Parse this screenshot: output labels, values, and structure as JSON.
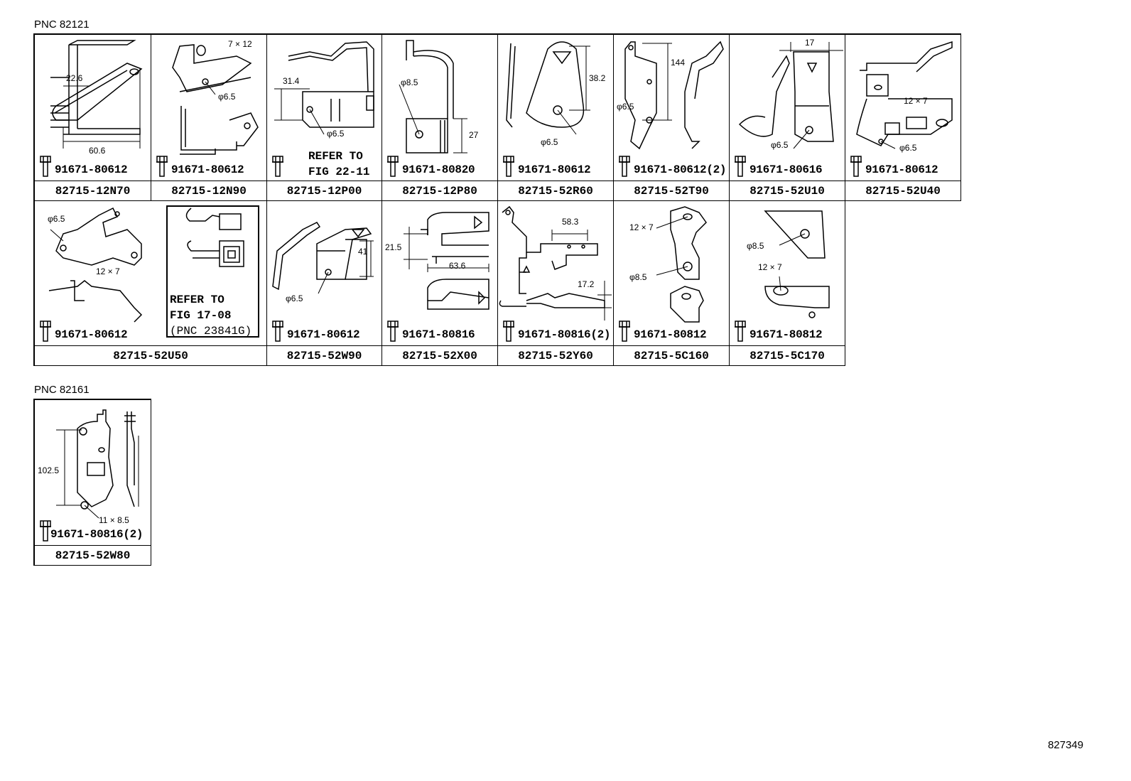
{
  "sections": [
    {
      "pnc_label": "PNC 82121",
      "row1": [
        {
          "bolt": "91671-80612",
          "part": "82715-12N70",
          "dims": [
            "22.6",
            "60.6"
          ]
        },
        {
          "bolt": "91671-80612",
          "part": "82715-12N90",
          "dims": [
            "7 × 12",
            "φ6.5"
          ]
        },
        {
          "bolt": "",
          "part": "82715-12P00",
          "dims": [
            "31.4",
            "φ6.5"
          ],
          "refer": [
            "REFER TO",
            "FIG 22-11"
          ]
        },
        {
          "bolt": "91671-80820",
          "part": "82715-12P80",
          "dims": [
            "φ8.5",
            "27"
          ]
        },
        {
          "bolt": "91671-80612",
          "part": "82715-52R60",
          "dims": [
            "38.2",
            "φ6.5"
          ]
        },
        {
          "bolt": "91671-80612(2)",
          "part": "82715-52T90",
          "dims": [
            "144",
            "φ6.5"
          ]
        },
        {
          "bolt": "91671-80616",
          "part": "82715-52U10",
          "dims": [
            "17",
            "φ6.5"
          ]
        },
        {
          "bolt": "91671-80612",
          "part": "82715-52U40",
          "dims": [
            "12 × 7",
            "φ6.5"
          ]
        }
      ],
      "row2": [
        {
          "bolt": "91671-80612",
          "part": "82715-52U50",
          "dims": [
            "φ6.5",
            "12 × 7"
          ],
          "refer": [
            "REFER TO",
            "FIG 17-08",
            "(PNC 23841G)"
          ]
        },
        {
          "bolt": "91671-80612",
          "part": "82715-52W90",
          "dims": [
            "41",
            "φ6.5"
          ]
        },
        {
          "bolt": "91671-80816",
          "part": "82715-52X00",
          "dims": [
            "21.5",
            "63.6"
          ]
        },
        {
          "bolt": "91671-80816(2)",
          "part": "82715-52Y60",
          "dims": [
            "58.3",
            "17.2"
          ]
        },
        {
          "bolt": "91671-80812",
          "part": "82715-5C160",
          "dims": [
            "12 × 7",
            "φ8.5"
          ]
        },
        {
          "bolt": "91671-80812",
          "part": "82715-5C170",
          "dims": [
            "φ8.5",
            "12 × 7"
          ]
        }
      ]
    },
    {
      "pnc_label": "PNC 82161",
      "row1": [
        {
          "bolt": "91671-80816(2)",
          "part": "82715-52W80",
          "dims": [
            "102.5",
            "11 × 8.5"
          ]
        }
      ]
    }
  ],
  "figure_id": "827349"
}
